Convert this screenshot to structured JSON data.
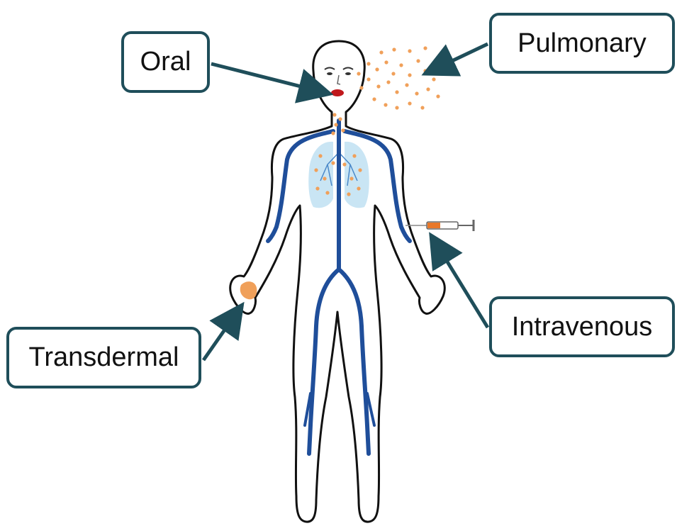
{
  "labels": {
    "oral": "Oral",
    "pulmonary": "Pulmonary",
    "transdermal": "Transdermal",
    "intravenous": "Intravenous"
  },
  "colors": {
    "box_border": "#1f4e5a",
    "arrow": "#1f4e5a",
    "vessels": "#1f4e9a",
    "particles": "#f0a05a",
    "lungs": "#bfe0f2",
    "lips": "#c0181c",
    "body_outline": "#111111"
  },
  "icons": [
    "human-body-outline",
    "lungs-icon",
    "syringe-icon",
    "skin-patch-icon",
    "aerosol-particles"
  ]
}
